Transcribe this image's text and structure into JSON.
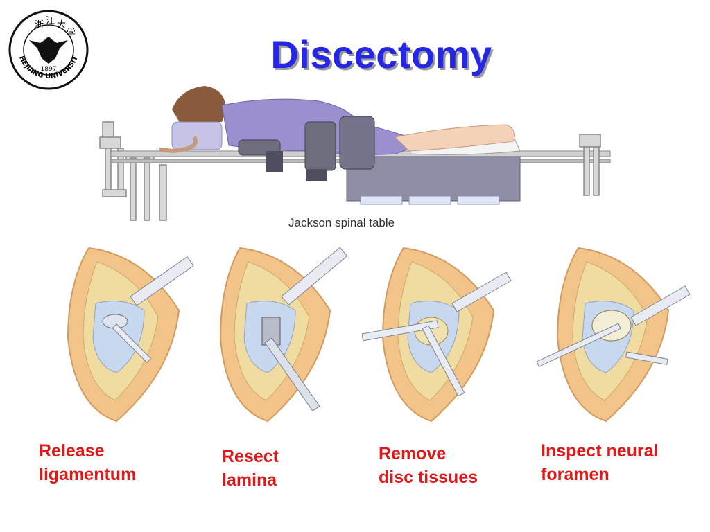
{
  "slide": {
    "title": "Discectomy",
    "logo": {
      "chars": [
        "浙",
        "江",
        "大",
        "学"
      ],
      "year": "1897",
      "name": "ZHEJIANG UNIVERSITY",
      "icon": "eagle-emblem-icon"
    },
    "table_caption": "Jackson spinal table",
    "steps": [
      {
        "line1": "Release",
        "line2": "ligamentum",
        "icon": "ligament-release-icon"
      },
      {
        "line1": "Resect",
        "line2": "lamina",
        "icon": "lamina-resection-icon"
      },
      {
        "line1": "Remove",
        "line2": "disc tissues",
        "icon": "disc-removal-icon"
      },
      {
        "line1": "Inspect neural",
        "line2": "foramen",
        "icon": "foramen-inspection-icon"
      }
    ],
    "colors": {
      "title": "#2626e6",
      "labels": "#e01818",
      "tissue": "#f2c48a",
      "bone": "#f0dca0",
      "ligament": "#c8d8ee",
      "gown": "#9b8fcf"
    }
  }
}
